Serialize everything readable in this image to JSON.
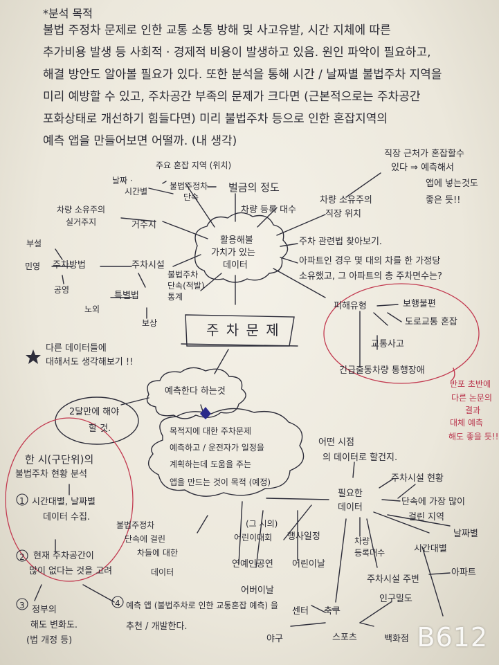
{
  "note": {
    "title": "*분석 목적",
    "paragraph_lines": [
      "불법 주정차 문제로 인한 교통 소통 방해 및 사고유발, 시간 지체에 따른",
      "추가비용 발생 등 사회적 · 경제적 비용이 발생하고 있음. 원인 파악이 필요하고,",
      "해결 방안도 알아볼 필요가 있다. 또한 분석을 통해 시간 / 날짜별 불법주차 지역을",
      "미리 예방할 수 있고, 주차공간 부족의 문제가 크다면 (근본적으로는 주차공간",
      "포화상태로 개선하기 힘들다면) 미리 불법주차 등으로 인한 혼잡지역의",
      "예측 앱을 만들어보면 어떨까. (내 생각)"
    ],
    "top_right_note": [
      "직장 근처가 혼잡할수",
      "있다 ⇒ 예측해서",
      "앱에 넣는것도",
      "좋은 듯!!"
    ],
    "center_node": [
      "활용해볼",
      "가치가 있는",
      "데이터"
    ],
    "spokes": {
      "regional": "주요 혼잡 지역 (위치)",
      "date_time": [
        "날짜 ·",
        "시간별"
      ],
      "enforcement": [
        "불법주정차",
        "단속"
      ],
      "fine": "벌금의 정도",
      "vehicle_registration": "차량 등록 대수",
      "drivers_residence": [
        "차량 소유주의",
        "실거주지"
      ],
      "residence": "거주지",
      "parking_facility": "주차시설",
      "parking_law": "주차 관련법 찾아보기.",
      "work_location": [
        "차량 소유주의",
        "직장 위치"
      ],
      "apartment": [
        "아파트인 경우 몇 대의 차를 한 가정당",
        "소유했고, 그 아파트의 총 주차면수는?"
      ],
      "parking_method": "주차방법",
      "side": "부설",
      "private": "민영",
      "public": "공영",
      "special_law": "특별법",
      "compensation": "보상",
      "crime": "노외",
      "enforcement_stats": [
        "불법주차",
        "단속(적발)",
        "통계"
      ]
    },
    "damage_cluster": {
      "type": "피해유형",
      "walk": "보행불편",
      "traffic": "도로교통 혼잡",
      "accident": "교통사고",
      "emergency": "긴급출동차량 통행장애"
    },
    "red_note": [
      "반포 초반에",
      "다른 논문의",
      "결과",
      "대체 예측",
      "해도 좋을 듯!!"
    ],
    "problem_box": "주 차 문 제",
    "star_note": [
      "다른 데이터들에",
      "대해서도 생각해보기 !!"
    ],
    "predict_cloud": "예측한다 하는것",
    "left_circle": [
      "2달만에 해야",
      "할 것."
    ],
    "purpose_cloud": [
      "목적지에 대한 주차문제",
      "예측하고 / 운전자가 일정을",
      "계획하는데 도움을 주는",
      "앱을 만드는 것이 목적 (예정)"
    ],
    "steps_title": [
      "한 시(구단위)의",
      "불법주차 현황 분석"
    ],
    "steps": {
      "one": [
        "시간대별, 날짜별",
        "데이터 수집."
      ],
      "two": [
        "현재 주차공간이",
        "많이 없다는 것을 고려"
      ],
      "three": [
        "정부의",
        "해도 변화도.",
        "(법 개정 등)"
      ],
      "four": [
        "예측 앱 (불법주차로 인한 교통혼잡 예측) 을",
        "추천 / 개발한다."
      ]
    },
    "data_node": [
      "필요한",
      "데이터"
    ],
    "data_items": {
      "which_time": [
        "어떤 시점",
        "의 데이터로 할건지."
      ],
      "parking_status": "주차시설 현황",
      "most_enforced": [
        "단속에 가장 많이",
        "걸린 지역"
      ],
      "date_col": "날짜별",
      "time_col": "시간대별",
      "vehicle_count": [
        "차량",
        "등록대수"
      ],
      "parking_near": "주차시설 주변",
      "apartment": "아파트",
      "population": "인구밀도",
      "department": "백화점",
      "sports": "스포츠",
      "baseball": "야구",
      "soccer": "축구",
      "center": "센터",
      "events": "행사일정",
      "events_prefix": [
        "(그 시의)",
        "어린이대회"
      ],
      "performance": "연예인공연",
      "cafe": "어린이날",
      "child_day": "어버이날",
      "illegal_vehicles": [
        "불법주정차",
        "단속에 걸린",
        "차들에 대한",
        "데이터"
      ]
    },
    "watermark": "B612"
  }
}
